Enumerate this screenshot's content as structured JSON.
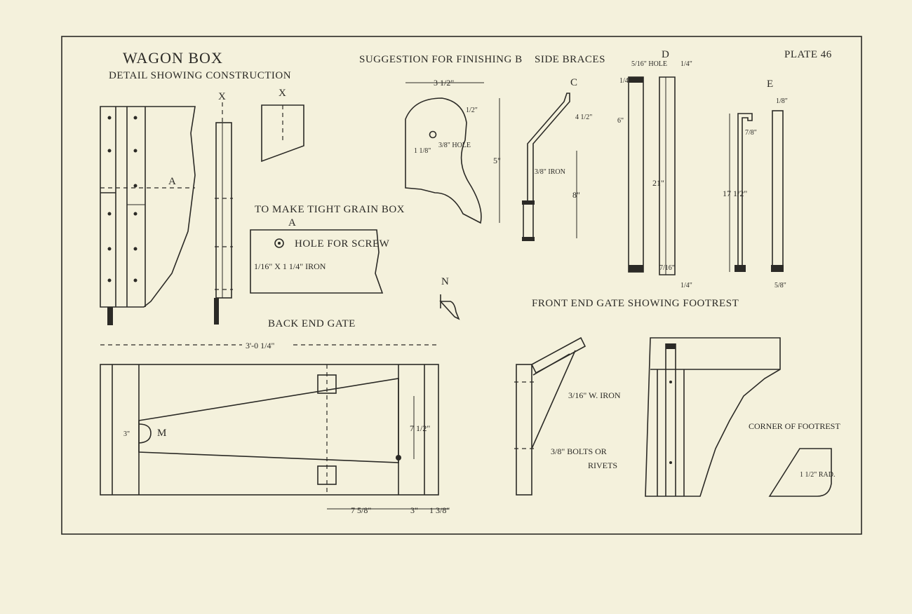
{
  "plate_label": "PLATE 46",
  "title": "WAGON BOX",
  "subtitle": "DETAIL SHOWING CONSTRUCTION",
  "section_x_label_1": "X",
  "section_x_label_2": "X",
  "a_label": "A",
  "tight_box": {
    "heading": "TO MAKE TIGHT GRAIN BOX",
    "letter": "A",
    "hole_text": "HOLE FOR SCREW",
    "iron_text": "1/16\" X 1 1/4\" IRON"
  },
  "finishing": {
    "heading": "SUGGESTION FOR FINISHING B",
    "width_dim": "3 1/2\"",
    "top_dim": "1/2\"",
    "hole_text": "3/8\" HOLE",
    "left_dim": "1 1/8\"",
    "height_dim": "5\""
  },
  "side_braces": {
    "heading": "SIDE BRACES",
    "c_label": "C",
    "c_top_dim": "4 1/2\"",
    "c_iron": "3/8\" IRON",
    "c_low_dim": "8\"",
    "d_label": "D",
    "d_hole": "5/16\" HOLE",
    "d_top_right": "1/4\"",
    "d_top_left": "1/4\"",
    "d_six": "6\"",
    "d_length": "21\"",
    "d_bottom_a": "7/16\"",
    "d_bottom_b": "1/4\"",
    "e_label": "E",
    "e_top": "1/8\"",
    "e_hook": "7/8\"",
    "e_length": "17 1/2\"",
    "e_bottom": "5/8\""
  },
  "n_label": "N",
  "back_gate": {
    "heading": "BACK END GATE",
    "overall_dim": "3'-0 1/4\"",
    "slot_dim": "3\"",
    "m_label": "M",
    "right_dim": "7 1/2\"",
    "bottom_dim_1": "7 5/8\"",
    "bottom_dim_2": "3\"",
    "bottom_dim_3": "1 3/8\""
  },
  "front_gate": {
    "heading": "FRONT END GATE SHOWING FOOTREST",
    "iron_label": "3/16\" W. IRON",
    "bolts_label_1": "3/8\" BOLTS OR",
    "bolts_label_2": "RIVETS",
    "corner_heading": "CORNER OF FOOTREST",
    "radius_label": "1 1/2\" RAD."
  }
}
